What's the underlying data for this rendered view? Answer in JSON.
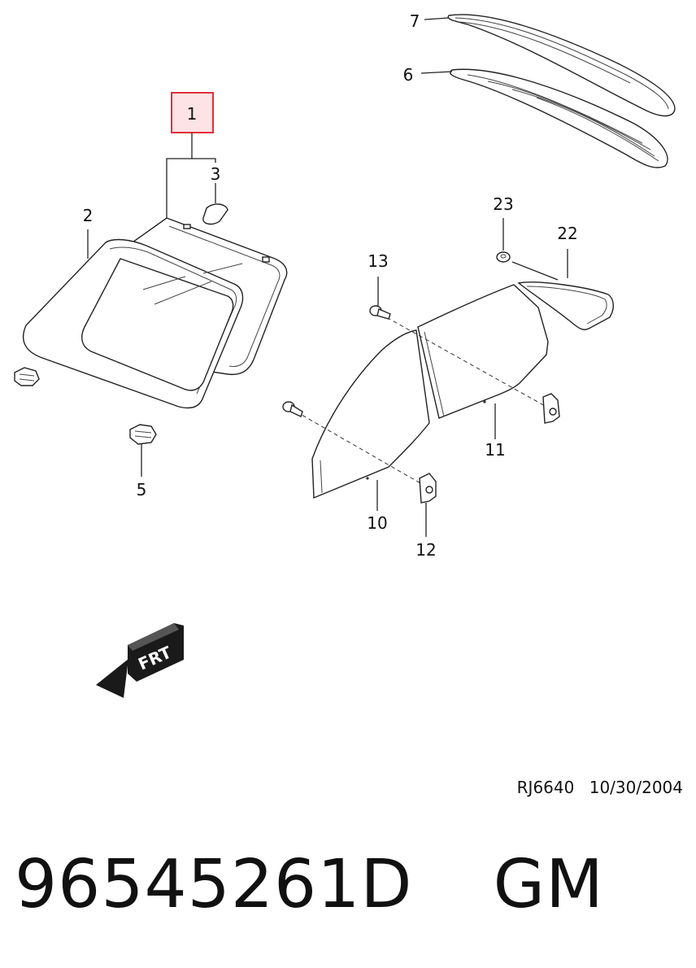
{
  "diagram": {
    "callouts": {
      "c1": "1",
      "c2": "2",
      "c3": "3",
      "c5": "5",
      "c6": "6",
      "c7": "7",
      "c10": "10",
      "c11": "11",
      "c12": "12",
      "c13": "13",
      "c22": "22",
      "c23": "23"
    },
    "arrow_label": "FRT",
    "highlight_color": "#e0303a",
    "highlight_fill": "#fde3e5"
  },
  "footer": {
    "ref_code": "RJ6640",
    "date": "10/30/2004",
    "part_number": "96545261D",
    "brand": "GM"
  }
}
